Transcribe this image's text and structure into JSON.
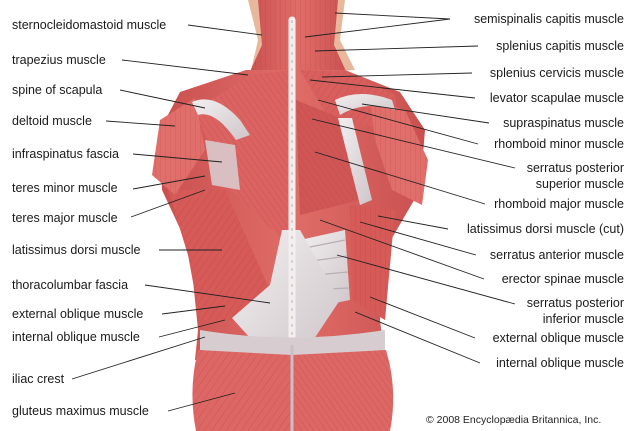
{
  "diagram": {
    "left_labels": {
      "sternocleidomastoid": "sternocleidomastoid muscle",
      "trapezius": "trapezius muscle",
      "spine_of_scapula": "spine of scapula",
      "deltoid": "deltoid muscle",
      "infraspinatus_fascia": "infraspinatus fascia",
      "teres_minor": "teres minor muscle",
      "teres_major": "teres major muscle",
      "latissimus_dorsi": "latissimus dorsi muscle",
      "thoracolumbar_fascia": "thoracolumbar fascia",
      "external_oblique": "external oblique muscle",
      "internal_oblique": "internal oblique muscle",
      "iliac_crest": "iliac crest",
      "gluteus_maximus": "gluteus maximus muscle"
    },
    "right_labels": {
      "semispinalis_capitis": "semispinalis capitis muscle",
      "splenius_capitis": "splenius capitis muscle",
      "splenius_cervicis": "splenius cervicis muscle",
      "levator_scapulae": "levator scapulae muscle",
      "supraspinatus": "supraspinatus muscle",
      "rhomboid_minor": "rhomboid minor muscle",
      "serratus_posterior_superior_1": "serratus posterior",
      "serratus_posterior_superior_2": "superior muscle",
      "rhomboid_major": "rhomboid major muscle",
      "latissimus_dorsi_cut": "latissimus dorsi muscle (cut)",
      "serratus_anterior": "serratus anterior muscle",
      "erector_spinae": "erector spinae muscle",
      "serratus_posterior_inferior_1": "serratus posterior",
      "serratus_posterior_inferior_2": "inferior muscle",
      "external_oblique": "external oblique muscle",
      "internal_oblique": "internal oblique muscle"
    },
    "credit": "© 2008 Encyclopædia Britannica, Inc.",
    "colors": {
      "muscle": "#d9605e",
      "muscle_dark": "#b8403f",
      "muscle_light": "#ec9a8f",
      "fascia": "#e8e3e4",
      "fascia_shadow": "#c9c0c4",
      "skin_edge": "#e7b89b",
      "leader": "#222222"
    }
  }
}
